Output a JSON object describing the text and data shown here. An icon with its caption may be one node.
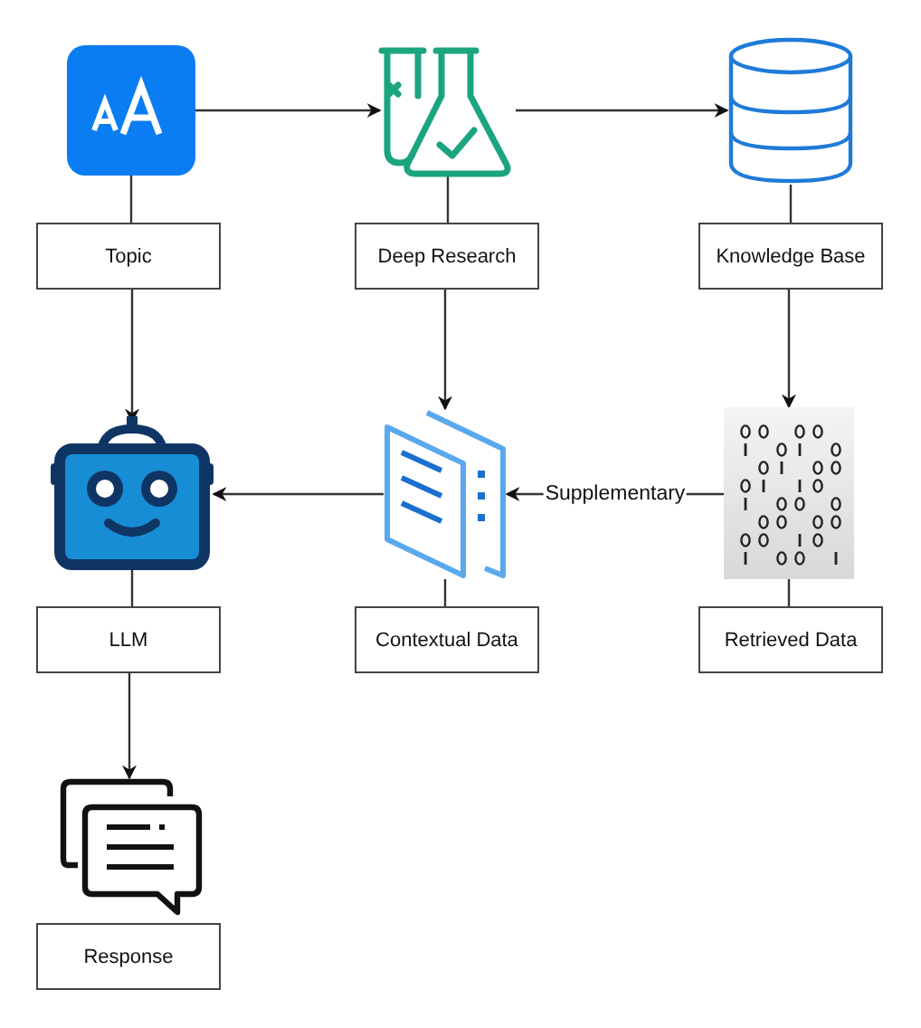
{
  "diagram": {
    "nodes": [
      {
        "text": [],
        "shape": "picture"
      },
      {
        "text": [
          "Topic"
        ]
      },
      {
        "text": [],
        "shape": "picture"
      },
      {
        "text": [
          "Deep Research"
        ]
      },
      {
        "text": [],
        "shape": "picture"
      },
      {
        "text": [
          "Knowledge Base"
        ]
      },
      {
        "text": [],
        "shape": "picture"
      },
      {
        "text": [
          "LLM"
        ]
      },
      {
        "text": [],
        "shape": "picture"
      },
      {
        "text": [
          "Contextual Data"
        ]
      },
      {
        "text": [],
        "shape": "picture"
      },
      {
        "text": [
          "Retrieved Data"
        ]
      },
      {
        "text": [],
        "shape": "picture"
      },
      {
        "text": [
          "Response"
        ]
      }
    ],
    "edges": [
      {
        "from": 0,
        "to": 1,
        "arrow": "none"
      },
      {
        "from": 2,
        "to": 3,
        "arrow": "none"
      },
      {
        "from": 4,
        "to": 5,
        "arrow": "none"
      },
      {
        "from": 6,
        "to": 7,
        "arrow": "none"
      },
      {
        "from": 8,
        "to": 9,
        "arrow": "none"
      },
      {
        "from": 10,
        "to": 11,
        "arrow": "none"
      },
      {
        "from": 0,
        "to": 2,
        "arrow": "to"
      },
      {
        "from": 2,
        "to": 4,
        "arrow": "to"
      },
      {
        "from": 1,
        "to": 6,
        "arrow": "to"
      },
      {
        "from": 3,
        "to": 8,
        "arrow": "to"
      },
      {
        "from": 5,
        "to": 10,
        "arrow": "to"
      },
      {
        "from": 8,
        "to": 6,
        "arrow": "to"
      },
      {
        "from": 10,
        "to": 8,
        "arrow": "to",
        "label": "Supplementary"
      },
      {
        "from": 7,
        "to": 12,
        "arrow": "to"
      }
    ]
  }
}
